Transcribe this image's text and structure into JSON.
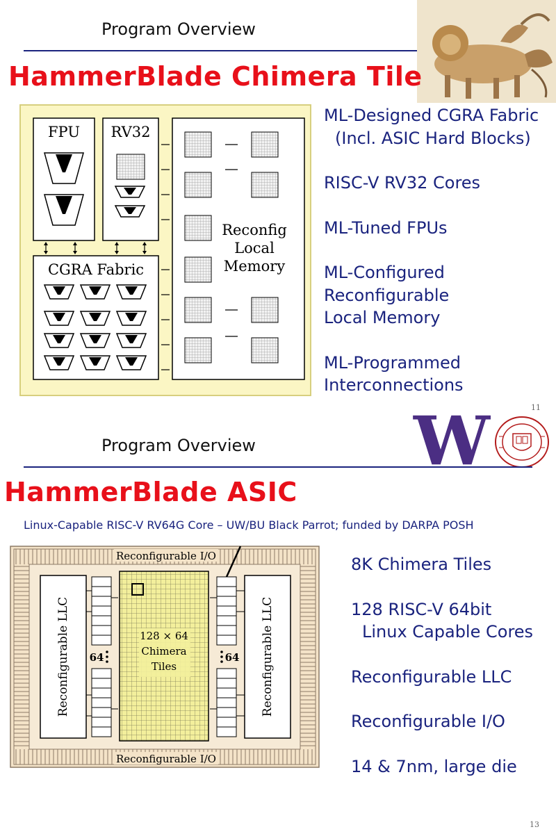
{
  "slide1": {
    "header": "Program Overview",
    "title": "HammerBlade Chimera Tile",
    "bullets": [
      {
        "lines": [
          "ML-Designed CGRA Fabric",
          "(Incl. ASIC Hard Blocks)"
        ]
      },
      {
        "lines": [
          "RISC-V RV32 Cores"
        ]
      },
      {
        "lines": [
          "ML-Tuned FPUs"
        ]
      },
      {
        "lines": [
          "ML-Configured",
          "Reconfigurable",
          "Local Memory"
        ]
      },
      {
        "lines": [
          "ML-Programmed",
          "Interconnections"
        ]
      }
    ],
    "diagram": {
      "fpu_label": "FPU",
      "rv32_label": "RV32",
      "cgra_label": "CGRA Fabric",
      "memory_label": [
        "Reconfig",
        "Local",
        "Memory"
      ]
    },
    "page_number": "11"
  },
  "slide2": {
    "header": "Program Overview",
    "title": "HammerBlade ASIC",
    "subtitle": "Linux-Capable RISC-V RV64G Core – UW/BU Black Parrot; funded by DARPA POSH",
    "bullets": [
      {
        "lines": [
          "8K Chimera Tiles"
        ]
      },
      {
        "lines": [
          "128 RISC-V 64bit",
          "Linux Capable Cores"
        ]
      },
      {
        "lines": [
          "Reconfigurable LLC"
        ]
      },
      {
        "lines": [
          "Reconfigurable I/O"
        ]
      },
      {
        "lines": [
          "14 & 7nm, large die"
        ]
      }
    ],
    "diagram": {
      "io_top": "Reconfigurable I/O",
      "io_bottom": "Reconfigurable I/O",
      "llc_left": "Reconfigurable LLC",
      "llc_right": "Reconfigurable LLC",
      "count_left": "64",
      "count_right": "64",
      "tiles_label": [
        "128 × 64",
        "Chimera",
        "Tiles"
      ]
    },
    "page_number": "13"
  },
  "logos": {
    "uw_letter": "W",
    "uw_color": "#4b2e83",
    "cornell_color": "#b31b1b"
  },
  "colors": {
    "title": "#e8101a",
    "bullet_text": "#1a237e",
    "rule": "#1a237e",
    "tile_background": "#fbf6c4",
    "asic_background": "#f4e3c8"
  }
}
